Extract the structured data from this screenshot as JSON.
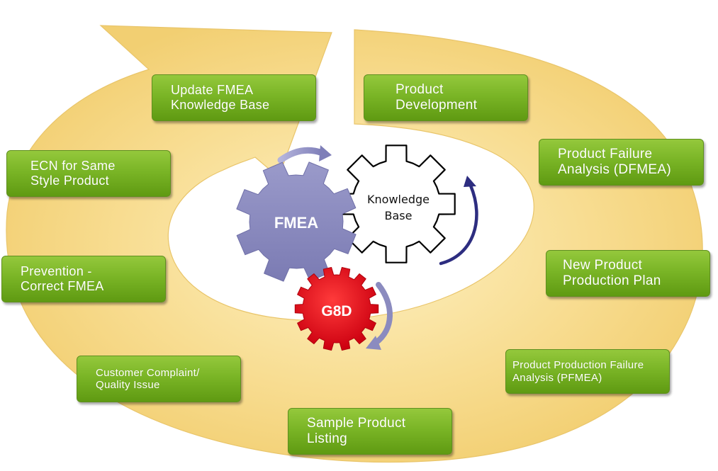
{
  "boxes": {
    "update_fmea": [
      "Update FMEA",
      "Knowledge Base"
    ],
    "product_development": [
      "Product",
      "Development"
    ],
    "product_failure_analysis": [
      "Product Failure",
      "Analysis (DFMEA)"
    ],
    "ecn": [
      "ECN for Same",
      "Style Product"
    ],
    "new_product_plan": [
      "New Product",
      "Production Plan"
    ],
    "prevention": [
      "Prevention -",
      "Correct FMEA"
    ],
    "production_failure_analysis": [
      "Product Production Failure",
      "Analysis (PFMEA)"
    ],
    "customer_complaint": [
      "Customer Complaint/",
      "Quality Issue"
    ],
    "sample_listing": [
      "Sample Product",
      "Listing"
    ]
  },
  "gears": {
    "fmea": "FMEA",
    "knowledge_base": [
      "Knowledge",
      "Base"
    ],
    "g8d": "G8D"
  },
  "colors": {
    "ring": "#f8dd92",
    "box_green": "#7ab526",
    "fmea_gear": "#8b8bbf",
    "g8d_gear": "#e0101a",
    "arrow_dark": "#2d2d80",
    "arrow_light": "#8b8bbf"
  }
}
